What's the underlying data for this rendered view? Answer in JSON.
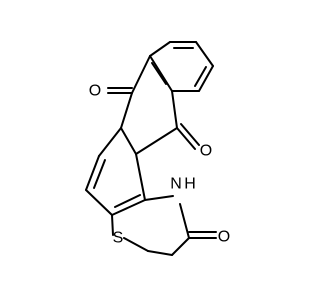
{
  "molecule": {
    "atoms": [
      {
        "id": "o1",
        "element": "O",
        "label": "O",
        "color": "#000000"
      },
      {
        "id": "o2",
        "element": "O",
        "label": "O",
        "color": "#000000"
      },
      {
        "id": "o3",
        "element": "O",
        "label": "O",
        "color": "#000000"
      },
      {
        "id": "n1",
        "element": "N",
        "label": "N",
        "color": "#000000"
      },
      {
        "id": "h1",
        "element": "H",
        "label": "H",
        "color": "#000000"
      },
      {
        "id": "s1",
        "element": "S",
        "label": "S",
        "color": "#000000"
      }
    ]
  }
}
